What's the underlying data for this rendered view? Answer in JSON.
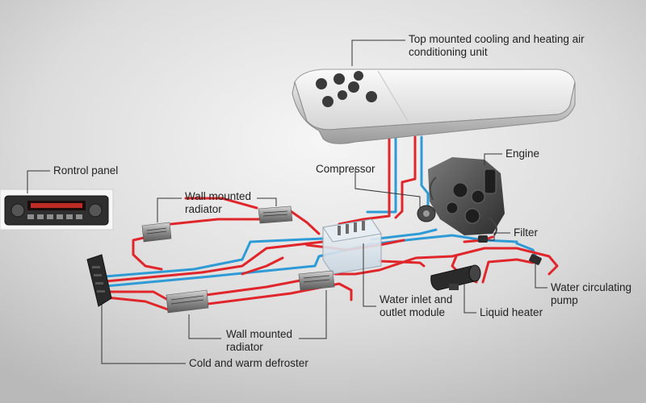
{
  "labels": {
    "ac_unit_line1": "Top mounted cooling and heating air",
    "ac_unit_line2": "conditioning unit",
    "engine": "Engine",
    "compressor": "Compressor",
    "control_panel": "Rontrol panel",
    "wall_radiator_top_line1": "Wall mounted",
    "wall_radiator_top_line2": "radiator",
    "filter": "Filter",
    "water_pump_line1": "Water circulating",
    "water_pump_line2": "pump",
    "water_module_line1": "Water inlet and",
    "water_module_line2": "outlet module",
    "liquid_heater": "Liquid heater",
    "wall_radiator_bottom_line1": "Wall mounted",
    "wall_radiator_bottom_line2": "radiator",
    "defroster": "Cold and warm defroster"
  },
  "colors": {
    "background_center": "#f4f4f4",
    "background_edge": "#bdbdbd",
    "hot_pipe": "#e0262b",
    "cold_pipe": "#2e9bd6",
    "leader_line": "#333333",
    "panel_display": "#d9342b"
  }
}
